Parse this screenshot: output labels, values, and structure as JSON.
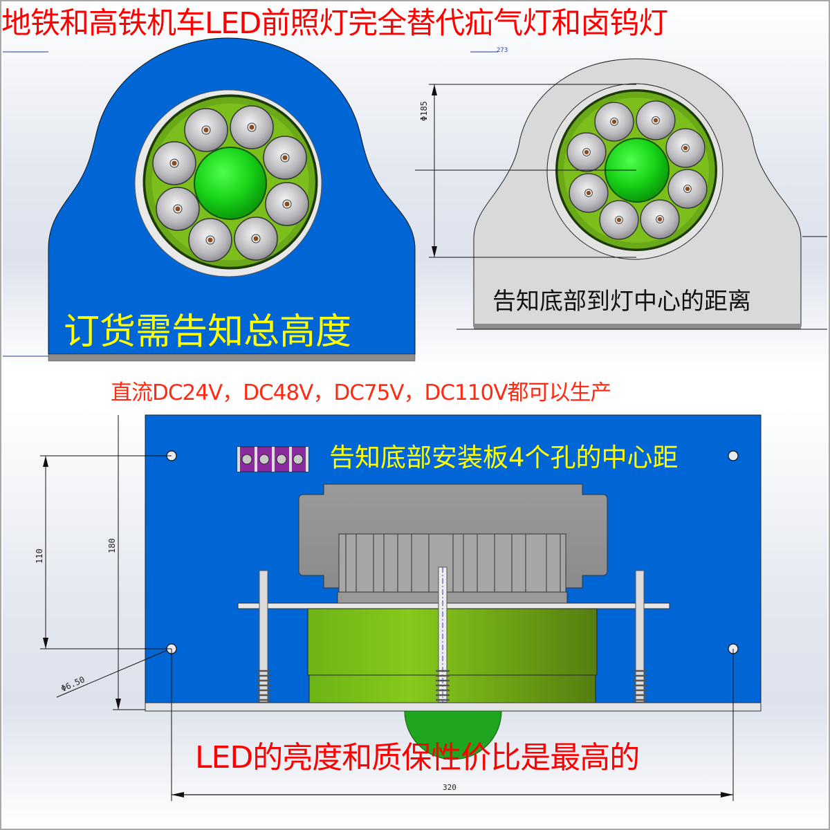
{
  "title": "地铁和高铁机车LED前照灯完全替代疝气灯和卤钨灯",
  "front_view_left": {
    "note": "订货需告知总高度",
    "body_color": "#0066d6",
    "led_count": 8
  },
  "front_view_right": {
    "note": "告知底部到灯中心的距离",
    "dim_diameter": "Φ185",
    "dim_width": "273",
    "body_color": "#d9d9d9"
  },
  "voltage_line": "直流DC24V，DC48V，DC75V，DC110V都可以生产",
  "side_view": {
    "note": "告知底部安装板4个孔的中心距",
    "dim_hole_spacing_vertical": "110",
    "dim_total_height": "180",
    "dim_hole_diameter": "Φ6.50",
    "dim_width": "320",
    "terminal_block_positions": 4,
    "plate_color": "#0066d6"
  },
  "bottom_note": "LED的亮度和质保性价比是最高的",
  "colors": {
    "title_red": "#ff0000",
    "note_yellow": "#ffff00",
    "blue": "#0066d6",
    "center_lens_green": "#1ed31e",
    "housing_green": "#6fb51a"
  }
}
